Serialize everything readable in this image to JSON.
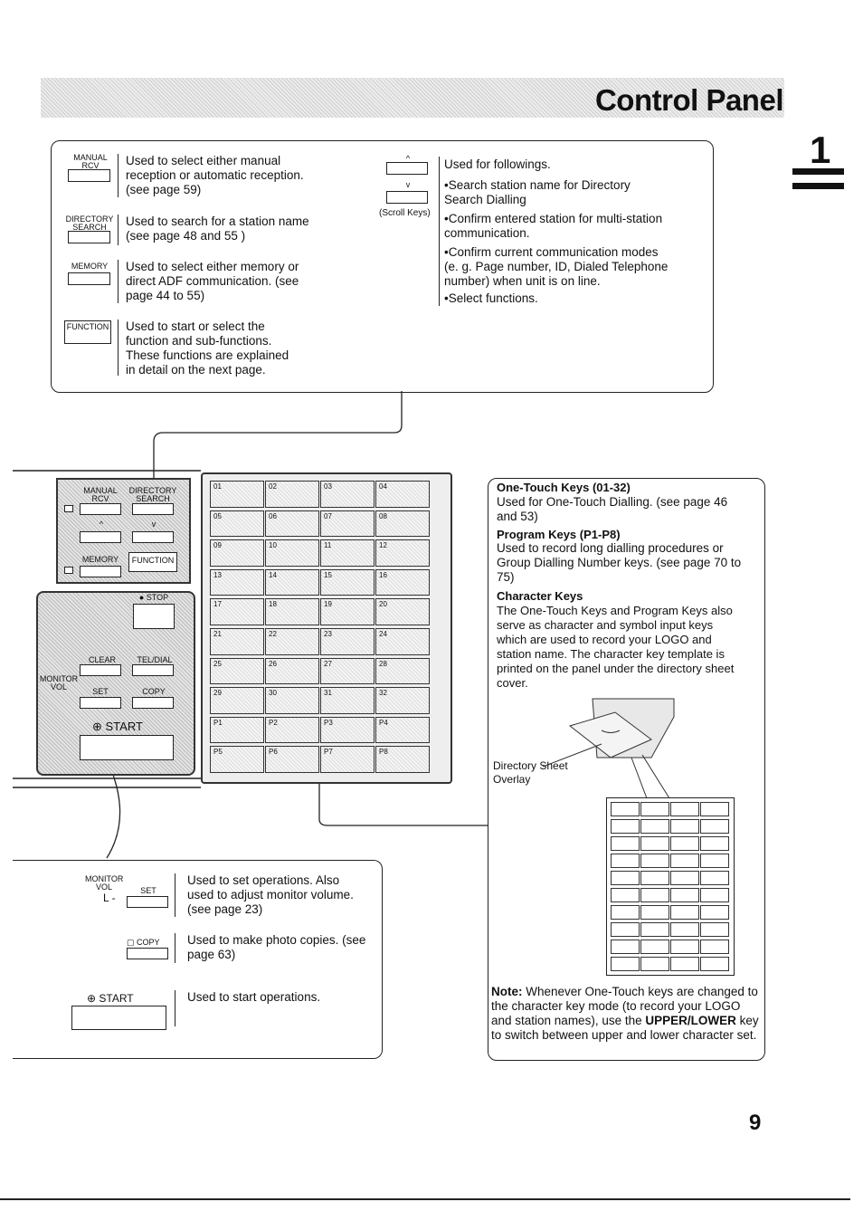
{
  "header": {
    "title": "Control Panel",
    "chapter": "1"
  },
  "top_box": {
    "manual_rcv": {
      "key_label": "MANUAL\nRCV",
      "desc": "Used to select either manual\nreception or automatic reception.\n(see page 59)"
    },
    "directory_search": {
      "key_label": "DIRECTORY\nSEARCH",
      "desc": "Used to search for a station name\n(see page 48 and 55 )"
    },
    "memory": {
      "key_label": "MEMORY",
      "desc": "Used to select either memory or\ndirect ADF communication. (see\npage 44 to 55)"
    },
    "function": {
      "key_label": "FUNCTION",
      "desc": "Used to start or select the\nfunction and sub-functions.\nThese functions are explained\nin detail on the next page."
    },
    "scroll": {
      "up_label": "^",
      "down_label": "v",
      "caption": "(Scroll Keys)",
      "desc_intro": "Used for followings.",
      "bullets": [
        "•Search station name for Directory\n Search Dialling",
        "•Confirm entered station for multi-station\n communication.",
        "•Confirm current communication modes\n (e. g. Page number, ID, Dialed Telephone\n number) when unit is on line.",
        "•Select functions."
      ]
    }
  },
  "panel_illustration": {
    "left_labels": {
      "manual_rcv": "MANUAL\nRCV",
      "directory_search": "DIRECTORY\nSEARCH",
      "up": "^",
      "down": "v",
      "memory": "MEMORY",
      "function": "FUNCTION"
    },
    "lower_labels": {
      "stop": "● STOP",
      "clear": "CLEAR",
      "tel_dial": "TEL/DIAL",
      "monitor_vol": "MONITOR\nVOL",
      "set": "SET",
      "copy": "COPY",
      "start": "START"
    },
    "grid_keys": [
      "01",
      "02",
      "03",
      "04",
      "05",
      "06",
      "07",
      "08",
      "09",
      "10",
      "11",
      "12",
      "13",
      "14",
      "15",
      "16",
      "17",
      "18",
      "19",
      "20",
      "21",
      "22",
      "23",
      "24",
      "25",
      "26",
      "27",
      "28",
      "29",
      "30",
      "31",
      "32",
      "P1",
      "P2",
      "P3",
      "P4",
      "P5",
      "P6",
      "P7",
      "P8"
    ]
  },
  "bottom_box": {
    "monitor": {
      "key_label": "MONITOR\nVOL",
      "set_label": "SET",
      "desc": "Used to set operations. Also\nused to adjust monitor volume.\n(see page 23)"
    },
    "copy": {
      "key_label": "COPY",
      "desc": "Used to make photo copies. (see\npage 63)"
    },
    "start": {
      "key_label": "START",
      "desc": "Used to start operations."
    }
  },
  "right_box": {
    "one_touch_heading": "One-Touch Keys (01-32)",
    "one_touch_text": "Used for One-Touch Dialling. (see page 46\nand 53)",
    "program_heading": "Program Keys (P1-P8)",
    "program_text": "Used to record long dialling procedures or\nGroup Dialling Number keys. (see page 70 to\n75)",
    "character_heading": "Character Keys",
    "character_text": "The One-Touch Keys and Program Keys also\nserve as character and symbol input keys\nwhich are used to record your LOGO and\nstation name. The character key template is\nprinted on the panel under the directory sheet\ncover.",
    "overlay_label": "Directory Sheet\nOverlay",
    "note_label": "Note:",
    "note_text": " Whenever One-Touch keys are changed to the character key mode (to record your LOGO and station names), use the ",
    "note_bold": "UPPER/LOWER",
    "note_end": " key to switch between upper and lower character set."
  },
  "page_number": "9"
}
